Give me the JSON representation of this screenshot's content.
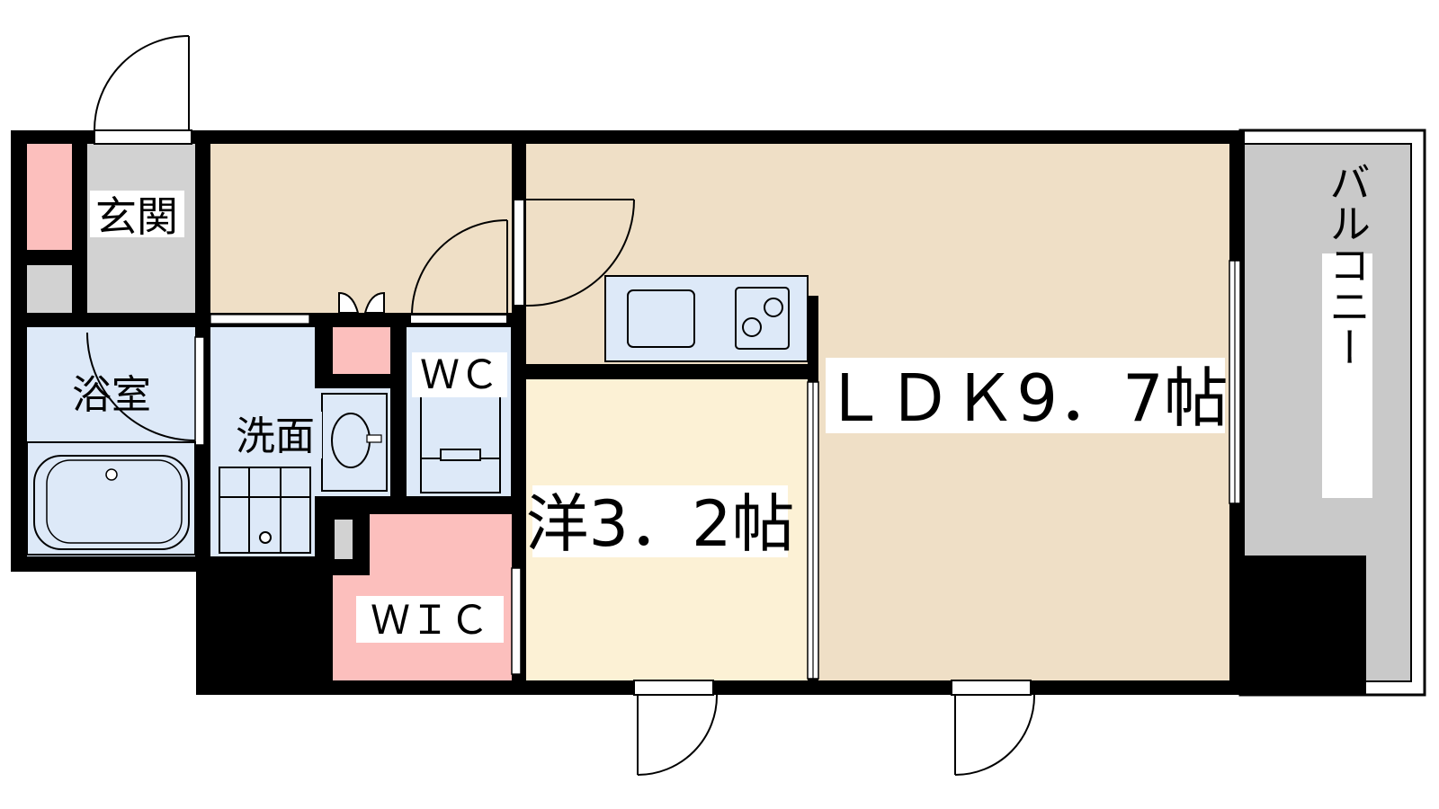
{
  "rooms": {
    "entrance": "玄関",
    "bathroom": "浴室",
    "washroom": "洗面",
    "toilet": "ＷＣ",
    "walk_in_closet": "ＷＩＣ",
    "western_room": "洋3．2帖",
    "ldk": "ＬＤＫ9．7帖",
    "balcony": "バルコニー"
  },
  "colors": {
    "wall": "#000000",
    "floor_ldk": "#efdfc6",
    "floor_western": "#fcf1d5",
    "wet_area": "#dde9f8",
    "closet": "#fcbfbd",
    "balcony": "#c9c9c9",
    "entrance_floor": "#d2d2d2"
  }
}
